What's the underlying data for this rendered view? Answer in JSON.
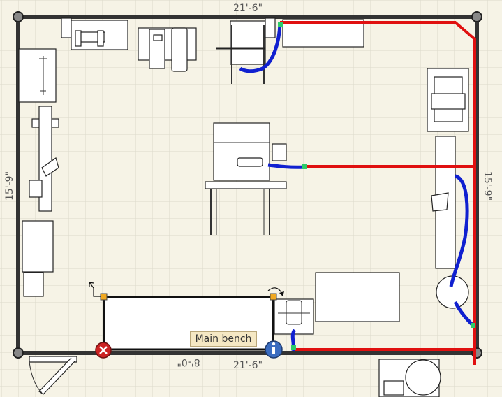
{
  "dimensions": {
    "top_width": "21'-6\"",
    "bottom_width": "21'-6\"",
    "left_depth": "15'-9\"",
    "right_depth": "15'-9\"",
    "selected_length": "8'-0\""
  },
  "selected_item": {
    "tooltip": "Main bench",
    "delete_icon": "x-circle-icon",
    "info_icon": "info-circle-icon"
  },
  "colors": {
    "wall": "#333333",
    "duct": "#e01010",
    "hose": "#1020d0",
    "handle": "#f0a820",
    "delete": "#cc2222",
    "info": "#3a6cc0",
    "background": "#f6f3e6"
  }
}
